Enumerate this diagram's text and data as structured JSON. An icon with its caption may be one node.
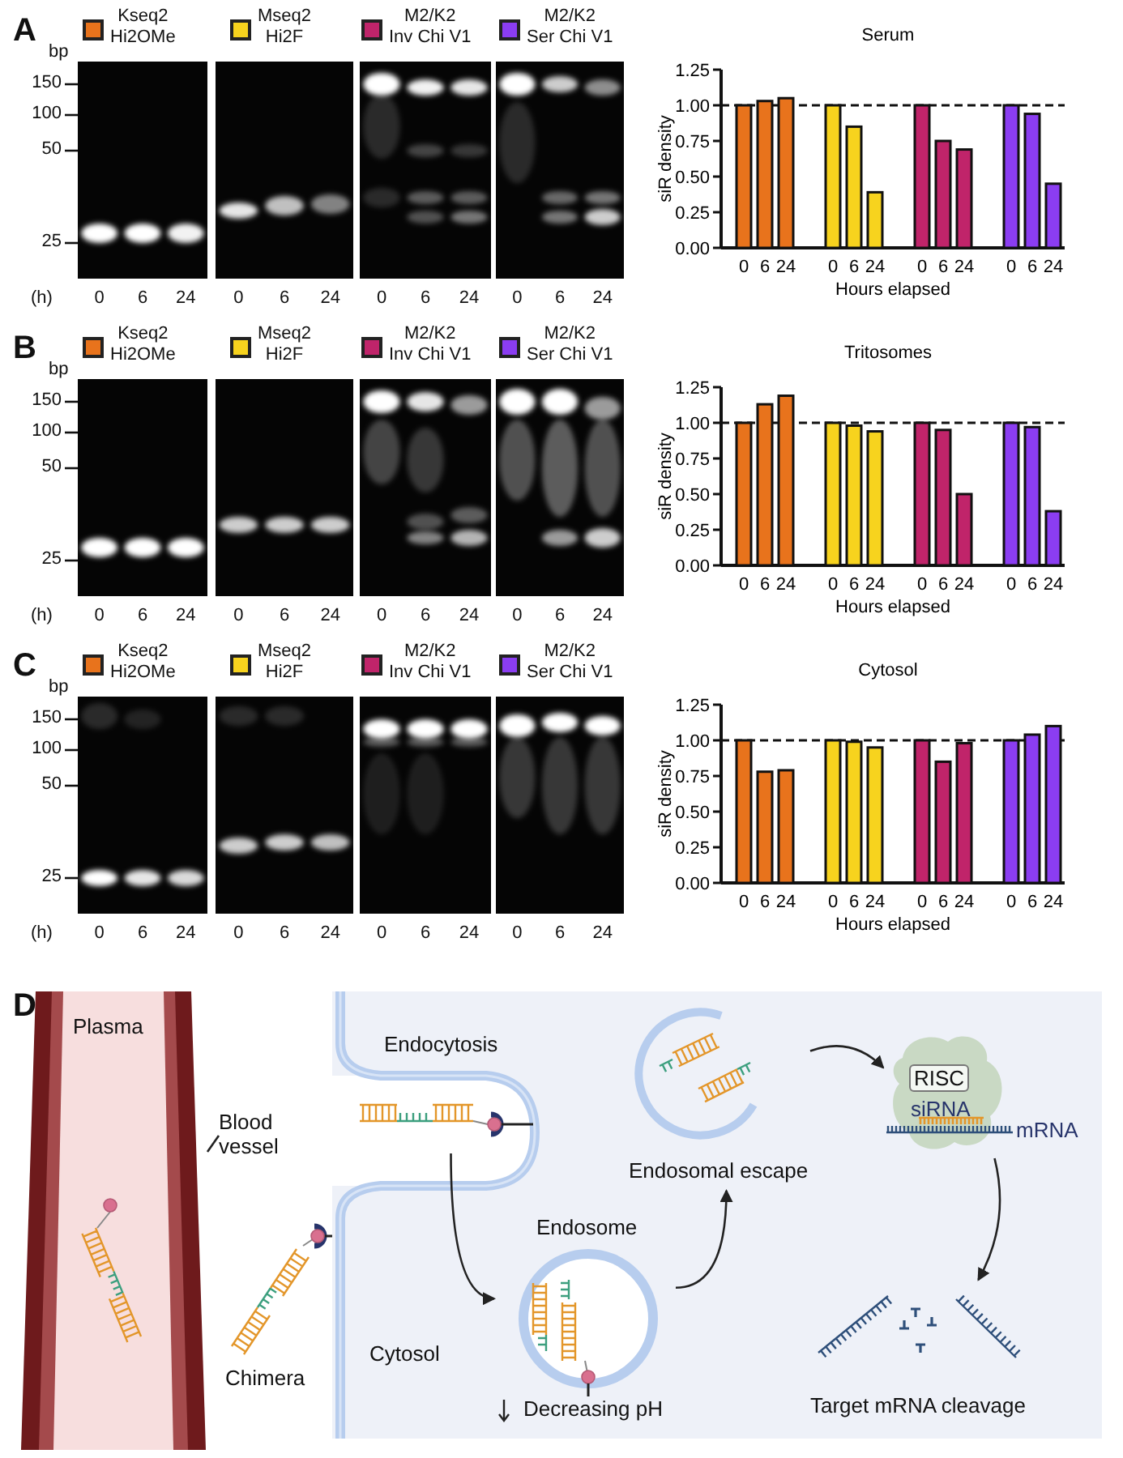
{
  "diagram": {
    "nodes": [
      {
        "text": [
          "Plasma"
        ]
      },
      {
        "text": [
          "Blood vessel"
        ]
      },
      {
        "text": [
          "Chimera"
        ]
      },
      {
        "text": [
          "Cytosol"
        ]
      },
      {
        "text": [
          "Endocytosis"
        ],
        "in": 3
      },
      {
        "text": [
          "Endosome"
        ],
        "beside": [
          "Decreasing pH"
        ],
        "in": 3
      },
      {
        "text": [
          "Endosomal escape"
        ],
        "in": 3
      },
      {
        "text": [
          "RISC",
          "siRNA"
        ],
        "beside": [
          "mRNA"
        ],
        "in": 3
      },
      {
        "text": [
          "Target mRNA cleavage"
        ],
        "in": 3
      }
    ],
    "edges": [
      {
        "from": 1,
        "to": 0,
        "arrow": "none"
      },
      {
        "from": 4,
        "to": 5,
        "arrow": "to"
      },
      {
        "from": 5,
        "to": 6,
        "arrow": "to"
      },
      {
        "from": 6,
        "to": 7,
        "arrow": "to"
      },
      {
        "from": 7,
        "to": 8,
        "arrow": "to"
      }
    ],
    "labels": [
      "A",
      "bp",
      "150",
      "100",
      "50",
      "25",
      "(h)",
      "0",
      "6",
      "24",
      "0",
      "6",
      "24",
      "0",
      "6",
      "24",
      "0",
      "6",
      "24",
      "B",
      "bp",
      "150",
      "100",
      "50",
      "25",
      "(h)",
      "0",
      "6",
      "24",
      "0",
      "6",
      "24",
      "0",
      "6",
      "24",
      "0",
      "6",
      "24",
      "C",
      "bp",
      "150",
      "100",
      "50",
      "25",
      "(h)",
      "0",
      "6",
      "24",
      "0",
      "6",
      "24",
      "0",
      "6",
      "24",
      "0",
      "6",
      "24",
      "D"
    ],
    "legend": [
      {
        "text": "Kseq2 Hi2OMe",
        "color": "#e8731c"
      },
      {
        "text": "Mseq2 Hi2F",
        "color": "#f7d31e"
      },
      {
        "text": "M2/K2 Inv Chi V1",
        "color": "#c0246a"
      },
      {
        "text": "M2/K2 Ser Chi V1",
        "color": "#8b3df2"
      },
      {
        "text": "Kseq2 Hi2OMe",
        "color": "#e8731c"
      },
      {
        "text": "Mseq2 Hi2F",
        "color": "#f7d31e"
      },
      {
        "text": "M2/K2 Inv Chi V1",
        "color": "#c0246a"
      },
      {
        "text": "M2/K2 Ser Chi V1",
        "color": "#8b3df2"
      },
      {
        "text": "Kseq2 Hi2OMe",
        "color": "#e8731c"
      },
      {
        "text": "Mseq2 Hi2F",
        "color": "#f7d31e"
      },
      {
        "text": "M2/K2 Inv Chi V1",
        "color": "#c0246a"
      },
      {
        "text": "M2/K2 Ser Chi V1",
        "color": "#8b3df2"
      }
    ],
    "chart_data": [
      {
        "type": "bar",
        "title": "Serum",
        "xlabel": "Hours elapsed",
        "ylabel": "siR density",
        "categories": [
          "0",
          "6",
          "24",
          "0",
          "6",
          "24",
          "0",
          "6",
          "24",
          "0",
          "6",
          "24"
        ],
        "series": [
          {
            "color": "#e8731c",
            "values": [
              1.0,
              1.03,
              1.05,
              null,
              null,
              null,
              null,
              null,
              null,
              null,
              null,
              null
            ]
          },
          {
            "color": "#f7d31e",
            "values": [
              null,
              null,
              null,
              1.0,
              0.85,
              0.39,
              null,
              null,
              null,
              null,
              null,
              null
            ]
          },
          {
            "color": "#c0246a",
            "values": [
              null,
              null,
              null,
              null,
              null,
              null,
              1.0,
              0.75,
              0.69,
              null,
              null,
              null
            ]
          },
          {
            "color": "#8b3df2",
            "values": [
              null,
              null,
              null,
              null,
              null,
              null,
              null,
              null,
              null,
              1.0,
              0.94,
              0.45
            ]
          }
        ],
        "ylim": [
          0,
          1.25
        ],
        "yticks": [
          {
            "value": 0,
            "label": "0.00"
          },
          {
            "value": 0.25,
            "label": "0.25"
          },
          {
            "value": 0.5,
            "label": "0.50"
          },
          {
            "value": 0.75,
            "label": "0.75"
          },
          {
            "value": 1,
            "label": "1.00"
          },
          {
            "value": 1.25,
            "label": "1.25"
          }
        ],
        "ref_lines": [
          {
            "axis": "y",
            "value": 1
          }
        ]
      },
      {
        "type": "bar",
        "title": "Tritosomes",
        "xlabel": "Hours elapsed",
        "ylabel": "siR density",
        "categories": [
          "0",
          "6",
          "24",
          "0",
          "6",
          "24",
          "0",
          "6",
          "24",
          "0",
          "6",
          "24"
        ],
        "series": [
          {
            "color": "#e8731c",
            "values": [
              1.0,
              1.13,
              1.19,
              null,
              null,
              null,
              null,
              null,
              null,
              null,
              null,
              null
            ]
          },
          {
            "color": "#f7d31e",
            "values": [
              null,
              null,
              null,
              1.0,
              0.98,
              0.94,
              null,
              null,
              null,
              null,
              null,
              null
            ]
          },
          {
            "color": "#c0246a",
            "values": [
              null,
              null,
              null,
              null,
              null,
              null,
              1.0,
              0.95,
              0.5,
              null,
              null,
              null
            ]
          },
          {
            "color": "#8b3df2",
            "values": [
              null,
              null,
              null,
              null,
              null,
              null,
              null,
              null,
              null,
              1.0,
              0.97,
              0.38
            ]
          }
        ],
        "ylim": [
          0,
          1.25
        ],
        "yticks": [
          {
            "value": 0,
            "label": "0.00"
          },
          {
            "value": 0.25,
            "label": "0.25"
          },
          {
            "value": 0.5,
            "label": "0.50"
          },
          {
            "value": 0.75,
            "label": "0.75"
          },
          {
            "value": 1,
            "label": "1.00"
          },
          {
            "value": 1.25,
            "label": "1.25"
          }
        ],
        "ref_lines": [
          {
            "axis": "y",
            "value": 1
          }
        ]
      },
      {
        "type": "bar",
        "title": "Cytosol",
        "xlabel": "Hours elapsed",
        "ylabel": "siR density",
        "categories": [
          "0",
          "6",
          "24",
          "0",
          "6",
          "24",
          "0",
          "6",
          "24",
          "0",
          "6",
          "24"
        ],
        "series": [
          {
            "color": "#e8731c",
            "values": [
              1.0,
              0.78,
              0.79,
              null,
              null,
              null,
              null,
              null,
              null,
              null,
              null,
              null
            ]
          },
          {
            "color": "#f7d31e",
            "values": [
              null,
              null,
              null,
              1.0,
              0.99,
              0.95,
              null,
              null,
              null,
              null,
              null,
              null
            ]
          },
          {
            "color": "#c0246a",
            "values": [
              null,
              null,
              null,
              null,
              null,
              null,
              1.0,
              0.85,
              0.98,
              null,
              null,
              null
            ]
          },
          {
            "color": "#8b3df2",
            "values": [
              null,
              null,
              null,
              null,
              null,
              null,
              null,
              null,
              null,
              1.0,
              1.04,
              1.1
            ]
          }
        ],
        "ylim": [
          0,
          1.25
        ],
        "yticks": [
          {
            "value": 0,
            "label": "0.00"
          },
          {
            "value": 0.25,
            "label": "0.25"
          },
          {
            "value": 0.5,
            "label": "0.50"
          },
          {
            "value": 0.75,
            "label": "0.75"
          },
          {
            "value": 1,
            "label": "1.00"
          },
          {
            "value": 1.25,
            "label": "1.25"
          }
        ],
        "ref_lines": [
          {
            "axis": "y",
            "value": 1
          }
        ]
      }
    ]
  }
}
